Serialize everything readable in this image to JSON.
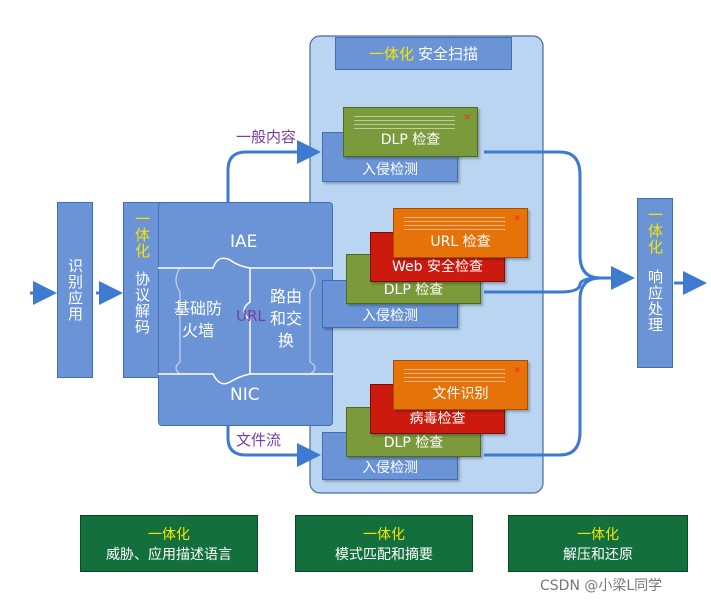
{
  "security_scan": {
    "yizhi": "一体化",
    "title": "安全扫描"
  },
  "left_col": {
    "text": "识别应用"
  },
  "protocol_col": {
    "yizhi": "一体化",
    "text": "协议解码"
  },
  "response_col": {
    "yizhi": "一体化",
    "text": "响应处理"
  },
  "firewall": {
    "iae": "IAE",
    "base": "基础防火墙",
    "route": "路由和交换",
    "url": "URL",
    "nic": "NIC"
  },
  "flows": {
    "general": "一般内容",
    "file": "文件流"
  },
  "top_group": {
    "dlp": "DLP 检查",
    "intrusion": "入侵检测"
  },
  "mid_group": {
    "url": "URL 检查",
    "web": "Web 安全检查",
    "dlp": "DLP 检查",
    "intrusion": "入侵检测"
  },
  "bottom_group": {
    "file_id": "文件识别",
    "virus": "病毒检查",
    "dlp": "DLP 检查",
    "intrusion": "入侵检测"
  },
  "bottom_boxes": [
    {
      "yizhi": "一体化",
      "text": "威胁、应用描述语言"
    },
    {
      "yizhi": "一体化",
      "text": "模式匹配和摘要"
    },
    {
      "yizhi": "一体化",
      "text": "解压和还原"
    }
  ],
  "watermark": "CSDN @小梁L同学",
  "colors": {
    "accent_blue": "#6a94d6",
    "arrow_blue": "#3d7ad0",
    "green": "#13703c",
    "dlp_green": "#7a9a3c",
    "red": "#cc1a0e",
    "orange": "#e6730a",
    "yellow": "#f5e600"
  }
}
